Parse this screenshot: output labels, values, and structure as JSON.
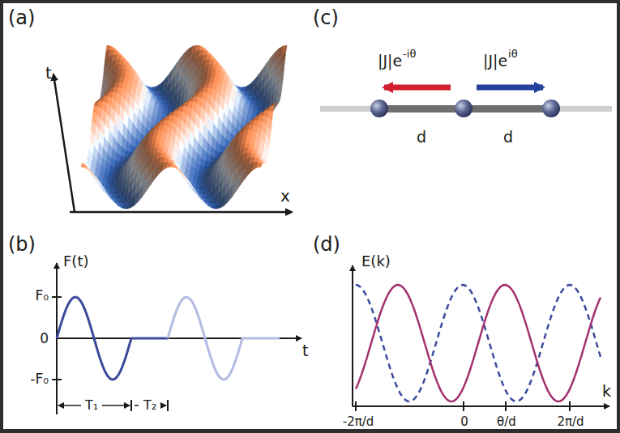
{
  "diagram": {
    "labels": [
      "(a)",
      "t",
      "x",
      "(c)",
      "|J|e",
      "-iθ",
      "|J|e",
      "iθ",
      "d",
      "d",
      "(b)",
      "F(t)",
      "F₀",
      "0",
      "-F₀",
      "T₁",
      "T₂",
      "t",
      "(d)",
      "E(k)",
      "k",
      "-2π/d",
      "0",
      "θ/d",
      "2π/d"
    ]
  }
}
